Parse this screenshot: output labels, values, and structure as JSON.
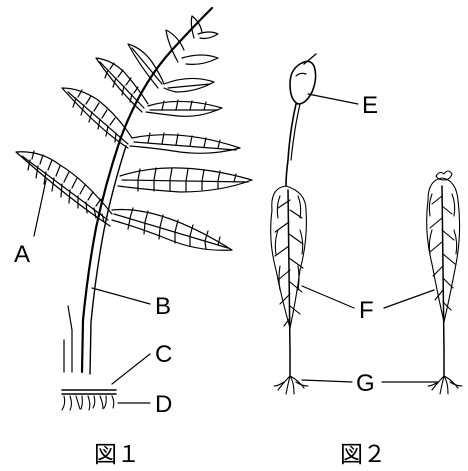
{
  "figure1": {
    "caption": "図１",
    "labels": {
      "A": "A",
      "B": "B",
      "C": "C",
      "D": "D"
    }
  },
  "figure2": {
    "caption": "図２",
    "labels": {
      "E": "E",
      "F": "F",
      "G": "G"
    }
  }
}
